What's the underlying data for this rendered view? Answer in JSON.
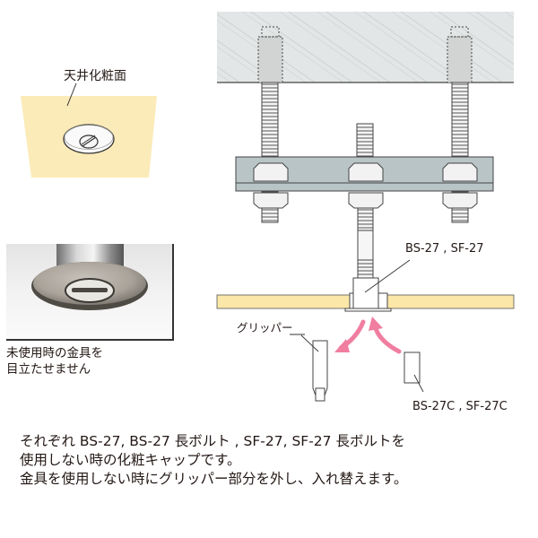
{
  "ceiling_inset": {
    "label": "天井化粧面",
    "surface_color": "#fbebb8"
  },
  "photo_inset": {
    "caption_lines": [
      "未使用時の金具を",
      "目立たせません"
    ]
  },
  "main_diagram": {
    "slab_color": "#e3e6e6",
    "plate_color": "#b9c4c6",
    "ceiling_board_color": "#fbe7a8",
    "arrow_color": "#f07ea0",
    "labels": {
      "fitting": "BS-27 , SF-27",
      "gripper": "グリッパー",
      "cap": "BS-27C , SF-27C"
    }
  },
  "description": {
    "lines": [
      "それぞれ BS-27, BS-27 長ボルト , SF-27, SF-27 長ボルトを",
      "使用しない時の化粧キャップです。",
      "金具を使用しない時にグリッパー部分を外し、入れ替えます。"
    ]
  }
}
